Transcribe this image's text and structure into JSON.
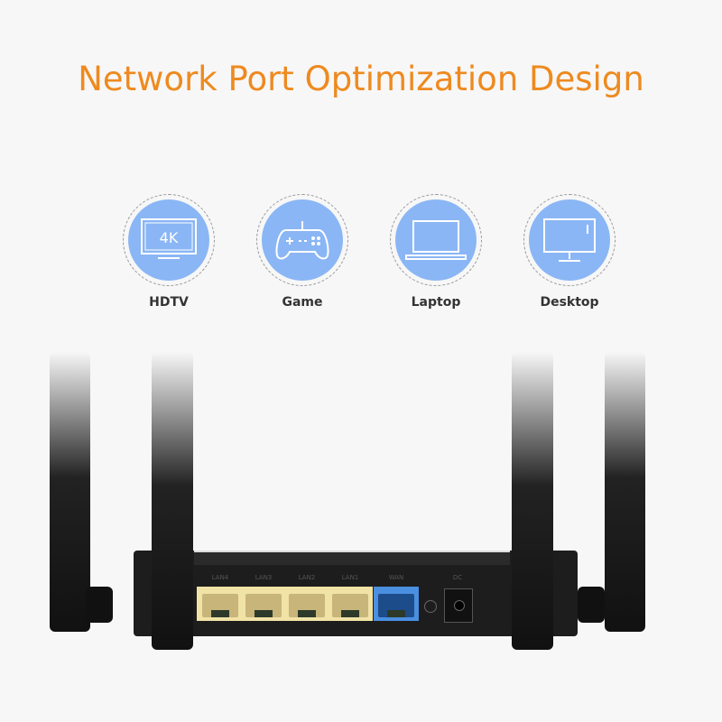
{
  "title": "Network Port Optimization Design",
  "features": [
    {
      "label": "HDTV",
      "icon": "tv-4k-icon",
      "icon_text": "4K"
    },
    {
      "label": "Game",
      "icon": "gamepad-icon"
    },
    {
      "label": "Laptop",
      "icon": "laptop-icon"
    },
    {
      "label": "Desktop",
      "icon": "desktop-icon"
    }
  ],
  "router": {
    "ports": [
      "LAN4",
      "LAN3",
      "LAN2",
      "LAN1"
    ],
    "wan": "WAN",
    "power": "DC"
  },
  "colors": {
    "title": "#ee8a1f",
    "icon_bg": "#8ab6f5",
    "lan": "#f1e2a6",
    "wan": "#4a8fe0"
  }
}
